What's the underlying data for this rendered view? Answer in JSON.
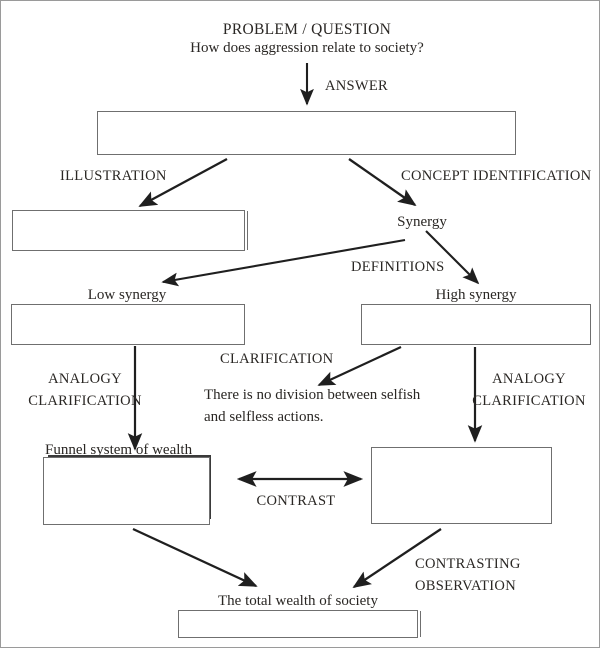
{
  "diagram": {
    "type": "concept-map",
    "title_top": "PROBLEM / QUESTION",
    "question": "How does aggression relate to society?",
    "colors": {
      "text": "#2a2724",
      "box_border": "#6f6f6f",
      "arrow": "#1f1f1f",
      "page_border": "#9a9a9a",
      "background": "#ffffff"
    },
    "labels": {
      "answer": "ANSWER",
      "illustration": "ILLUSTRATION",
      "concept_identification": "CONCEPT IDENTIFICATION",
      "synergy": "Synergy",
      "definitions": "DEFINITIONS",
      "low_synergy": "Low synergy",
      "high_synergy": "High synergy",
      "clarification": "CLARIFICATION",
      "analogy_left_line1": "ANALOGY",
      "analogy_left_line2": "CLARIFICATION",
      "analogy_right_line1": "ANALOGY",
      "analogy_right_line2": "CLARIFICATION",
      "clarification_statement_line1": "There is no division between selfish",
      "clarification_statement_line2": "and selfless actions.",
      "funnel_system": "Funnel system of wealth",
      "contrast": "CONTRAST",
      "contrasting_observation_line1": "CONTRASTING",
      "contrasting_observation_line2": "OBSERVATION",
      "total_wealth": "The total wealth of society"
    },
    "boxes": [
      {
        "name": "answer-box",
        "text": ""
      },
      {
        "name": "illustration-box",
        "text": ""
      },
      {
        "name": "low-synergy-box",
        "text": ""
      },
      {
        "name": "high-synergy-box",
        "text": ""
      },
      {
        "name": "funnel-system-box",
        "text": ""
      },
      {
        "name": "contrast-right-box",
        "text": ""
      },
      {
        "name": "total-wealth-box",
        "text": ""
      }
    ],
    "connectors": [
      {
        "name": "question-to-answer",
        "label": "ANSWER",
        "style": "arrow-down"
      },
      {
        "name": "answer-to-illustration",
        "label": "ILLUSTRATION",
        "style": "arrow-diagonal-left"
      },
      {
        "name": "answer-to-concept-identification",
        "label": "CONCEPT IDENTIFICATION",
        "style": "arrow-diagonal-right"
      },
      {
        "name": "synergy-to-low-synergy",
        "label": "DEFINITIONS",
        "style": "arrow-diagonal-left"
      },
      {
        "name": "synergy-to-high-synergy",
        "label": "DEFINITIONS",
        "style": "arrow-diagonal-right"
      },
      {
        "name": "low-synergy-to-funnel",
        "label": "ANALOGY CLARIFICATION",
        "style": "arrow-down"
      },
      {
        "name": "high-synergy-to-clarification",
        "label": "CLARIFICATION",
        "style": "arrow-diagonal-left"
      },
      {
        "name": "high-synergy-to-right-box",
        "label": "ANALOGY CLARIFICATION",
        "style": "arrow-down"
      },
      {
        "name": "funnel-contrast-right",
        "label": "CONTRAST",
        "style": "double-arrow-horizontal"
      },
      {
        "name": "funnel-to-total-wealth",
        "label": "",
        "style": "arrow-diagonal-right"
      },
      {
        "name": "right-box-to-total-wealth",
        "label": "CONTRASTING OBSERVATION",
        "style": "arrow-diagonal-left"
      }
    ]
  }
}
